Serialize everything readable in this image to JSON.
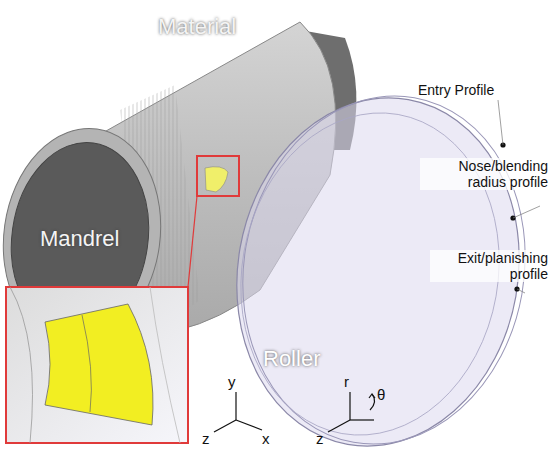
{
  "diagram": {
    "labels": [
      "Material",
      "Mandrel",
      "Roller",
      "Entry Profile",
      "Nose/blending radius profile",
      "Exit/planishing profile",
      "y",
      "z",
      "x",
      "r",
      "z",
      "θ"
    ]
  }
}
